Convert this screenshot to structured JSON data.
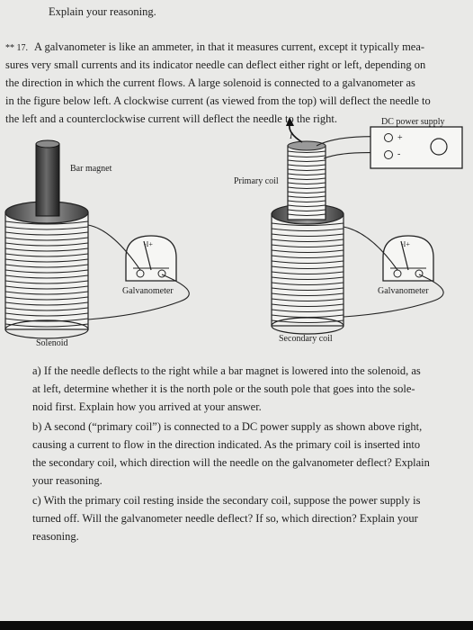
{
  "header": {
    "text": "Explain your reasoning."
  },
  "problem": {
    "number": "** 17.",
    "lines": [
      "A galvanometer is like an ammeter, in that it measures current, except it typically mea-",
      "sures very small currents and its indicator needle can deflect either right or left, depending on",
      "the direction in which the current flows. A large solenoid is connected to a galvanometer as",
      "in the figure below left. A clockwise current (as viewed from the top) will deflect the needle to",
      "the left and a counterclockwise current will deflect the needle to the right."
    ]
  },
  "figure": {
    "dc_power_supply": "DC power supply",
    "current_label": "I",
    "plus": "+",
    "minus": "-",
    "bar_magnet": "Bar magnet",
    "primary_coil": "Primary coil",
    "galvanometer_left": "Galvanometer",
    "galvanometer_right": "Galvanometer",
    "meter_scale": "-I+",
    "solenoid": "Solenoid",
    "secondary_coil": "Secondary coil"
  },
  "questions": [
    {
      "lines": [
        "a)  If the needle deflects to the right while a bar magnet is lowered into the solenoid, as",
        "at left, determine whether it is the north pole or the south pole that goes into the sole-",
        "noid first. Explain how you arrived at your answer."
      ]
    },
    {
      "lines": [
        "b)  A second (“primary coil”) is connected to a DC power supply as shown above right,",
        "causing a current to flow in the direction indicated. As the primary coil is inserted into",
        "the secondary coil, which direction will the needle on the galvanometer deflect? Explain",
        "your reasoning."
      ]
    },
    {
      "lines": [
        "c)  With the primary coil resting inside the secondary coil, suppose the power supply is",
        "turned off. Will the galvanometer needle deflect? If so, which direction? Explain your",
        "reasoning."
      ]
    }
  ]
}
